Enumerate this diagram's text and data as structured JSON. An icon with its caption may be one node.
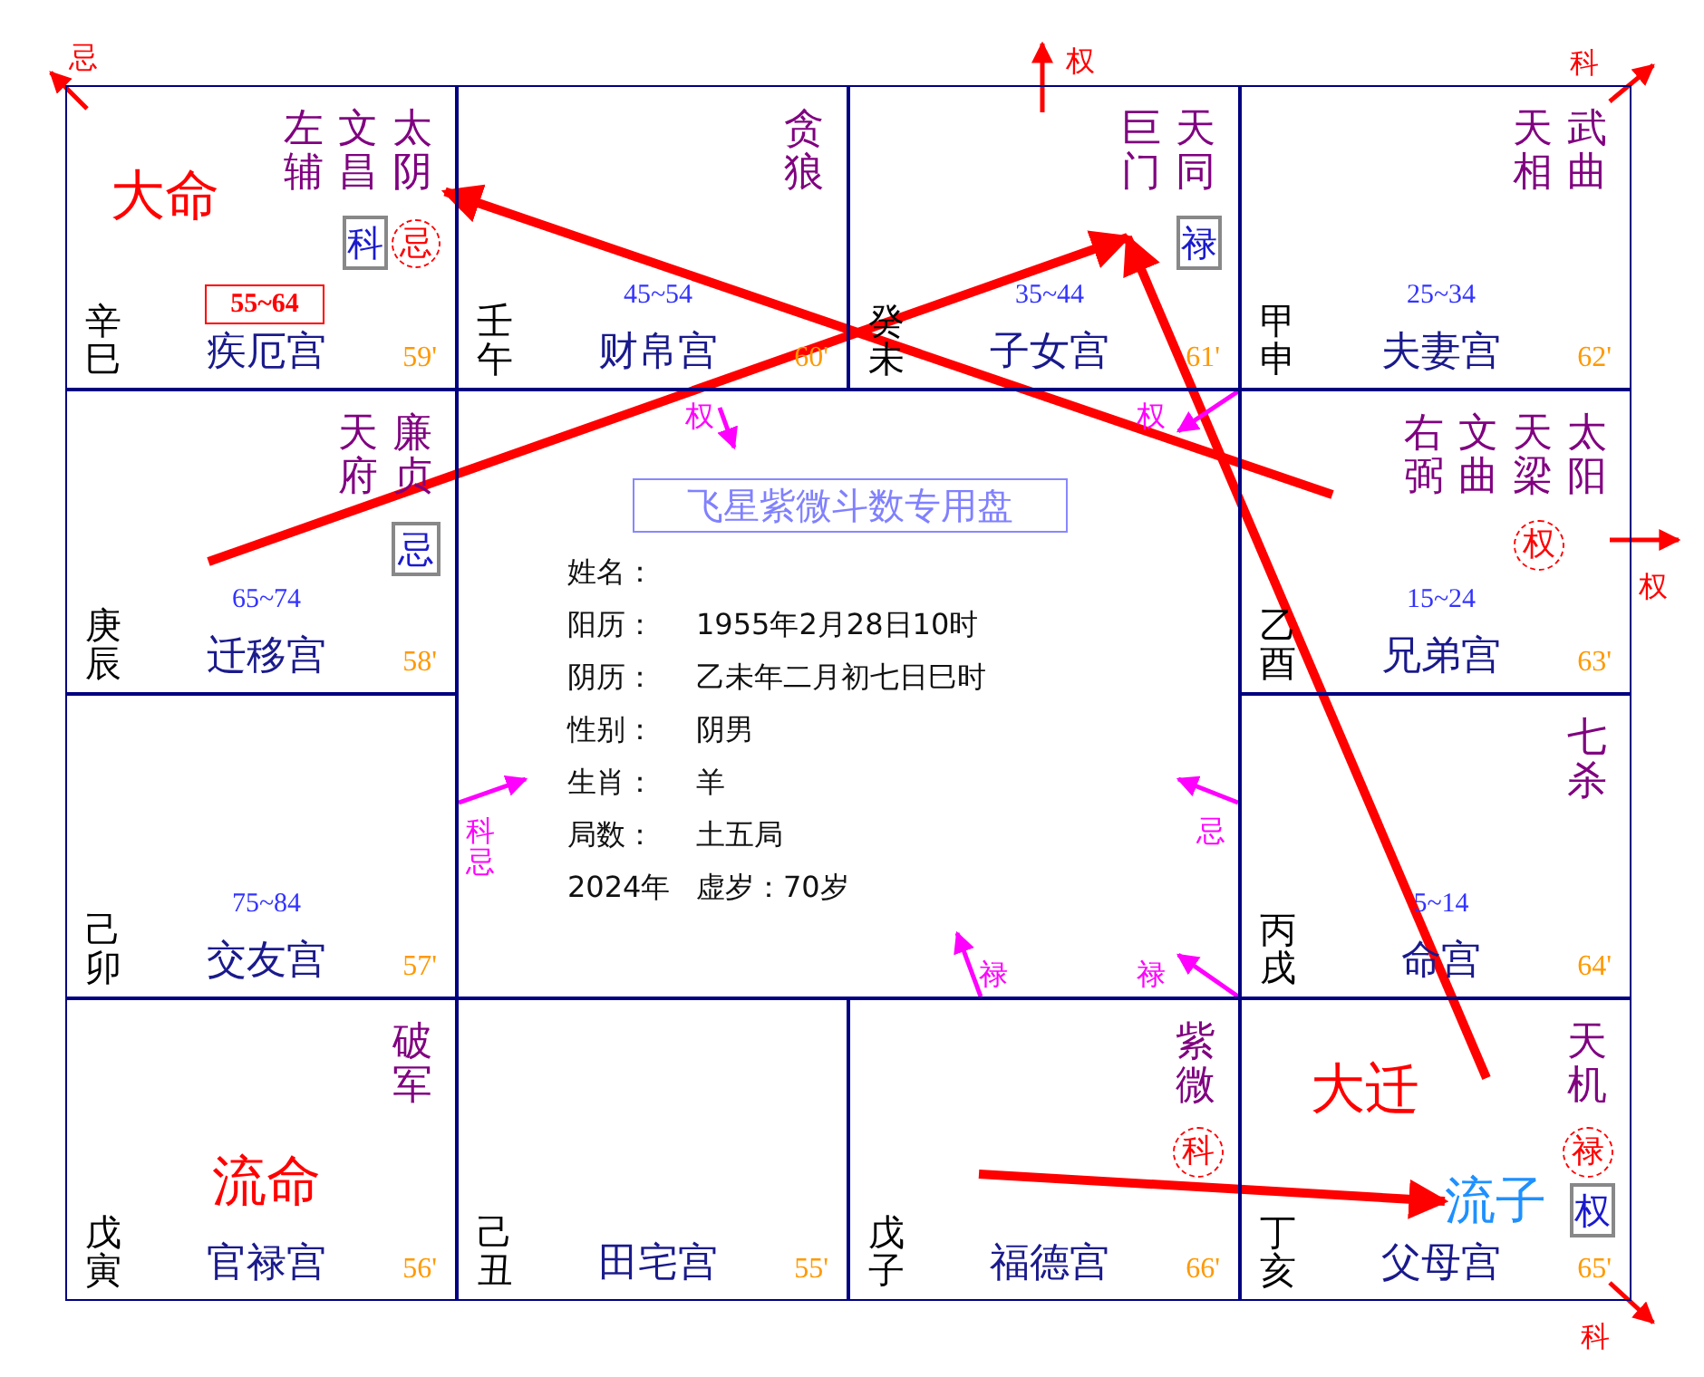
{
  "diagram": {
    "nodes": [
      {
        "text": [
          "左辅",
          "文昌",
          "太阴",
          "辛巳",
          "疾厄宫",
          "59'"
        ]
      },
      {
        "text": [
          "大命"
        ],
        "in": 0
      },
      {
        "text": [
          "科"
        ],
        "in": 0
      },
      {
        "text": [
          "忌"
        ],
        "in": 0
      },
      {
        "text": [
          "55~64"
        ],
        "in": 0
      },
      {
        "text": [
          "贪狼",
          "45~54",
          "壬午",
          "财帛宫",
          "60'"
        ]
      },
      {
        "text": [
          "巨门",
          "天同",
          "35~44",
          "癸未",
          "子女宫",
          "61'"
        ]
      },
      {
        "text": [
          "禄"
        ],
        "in": 6
      },
      {
        "text": [
          "天相",
          "武曲",
          "25~34",
          "甲申",
          "夫妻宫",
          "62'"
        ]
      },
      {
        "text": [
          "天府",
          "廉贞",
          "65~74",
          "庚辰",
          "迁移宫",
          "58'"
        ]
      },
      {
        "text": [
          "忌"
        ],
        "in": 9
      },
      {
        "text": [
          "姓名：",
          "阳历：",
          "1955年2月28日10时",
          "阴历：",
          "乙未年二月初七日巳时",
          "性别：",
          "阴男",
          "生肖：",
          "羊",
          "局数：",
          "土五局",
          "2024年",
          "虚岁：70岁"
        ]
      },
      {
        "text": [
          "飞星紫微斗数专用盘"
        ],
        "in": 11
      },
      {
        "text": [
          "右弼",
          "文曲",
          "天梁",
          "太阳",
          "15~24",
          "乙酉",
          "兄弟宫",
          "63'"
        ]
      },
      {
        "text": [
          "权"
        ],
        "in": 13
      },
      {
        "text": [
          "75~84",
          "己卯",
          "交友宫",
          "57'"
        ]
      },
      {
        "text": [
          "七杀",
          "5~14",
          "丙戌",
          "命宫",
          "64'"
        ]
      },
      {
        "text": [
          "破军",
          "戊寅",
          "官禄宫",
          "56'"
        ]
      },
      {
        "text": [
          "流命"
        ],
        "in": 17
      },
      {
        "text": [
          "己丑",
          "田宅宫",
          "55'"
        ]
      },
      {
        "text": [
          "紫微",
          "戊子",
          "福德宫",
          "66'"
        ]
      },
      {
        "text": [
          "科"
        ],
        "in": 20
      },
      {
        "text": [
          "天机",
          "丁亥",
          "父母宫",
          "65'"
        ]
      },
      {
        "text": [
          "大迁"
        ],
        "in": 22
      },
      {
        "text": [
          "流子"
        ],
        "in": 22
      },
      {
        "text": [
          "禄"
        ],
        "in": 22
      },
      {
        "text": [
          "权"
        ],
        "in": 22
      }
    ],
    "edges": [
      {
        "from": null,
        "to": 0,
        "arrow": "to"
      },
      {
        "from": null,
        "to": 6,
        "arrow": "to"
      },
      {
        "from": null,
        "to": 6,
        "arrow": "to"
      },
      {
        "from": null,
        "to": 24,
        "arrow": "to"
      }
    ],
    "labels": [
      "忌",
      "权",
      "科",
      "权",
      "权",
      "权",
      "科忌",
      "忌",
      "禄",
      "禄",
      "科"
    ]
  }
}
